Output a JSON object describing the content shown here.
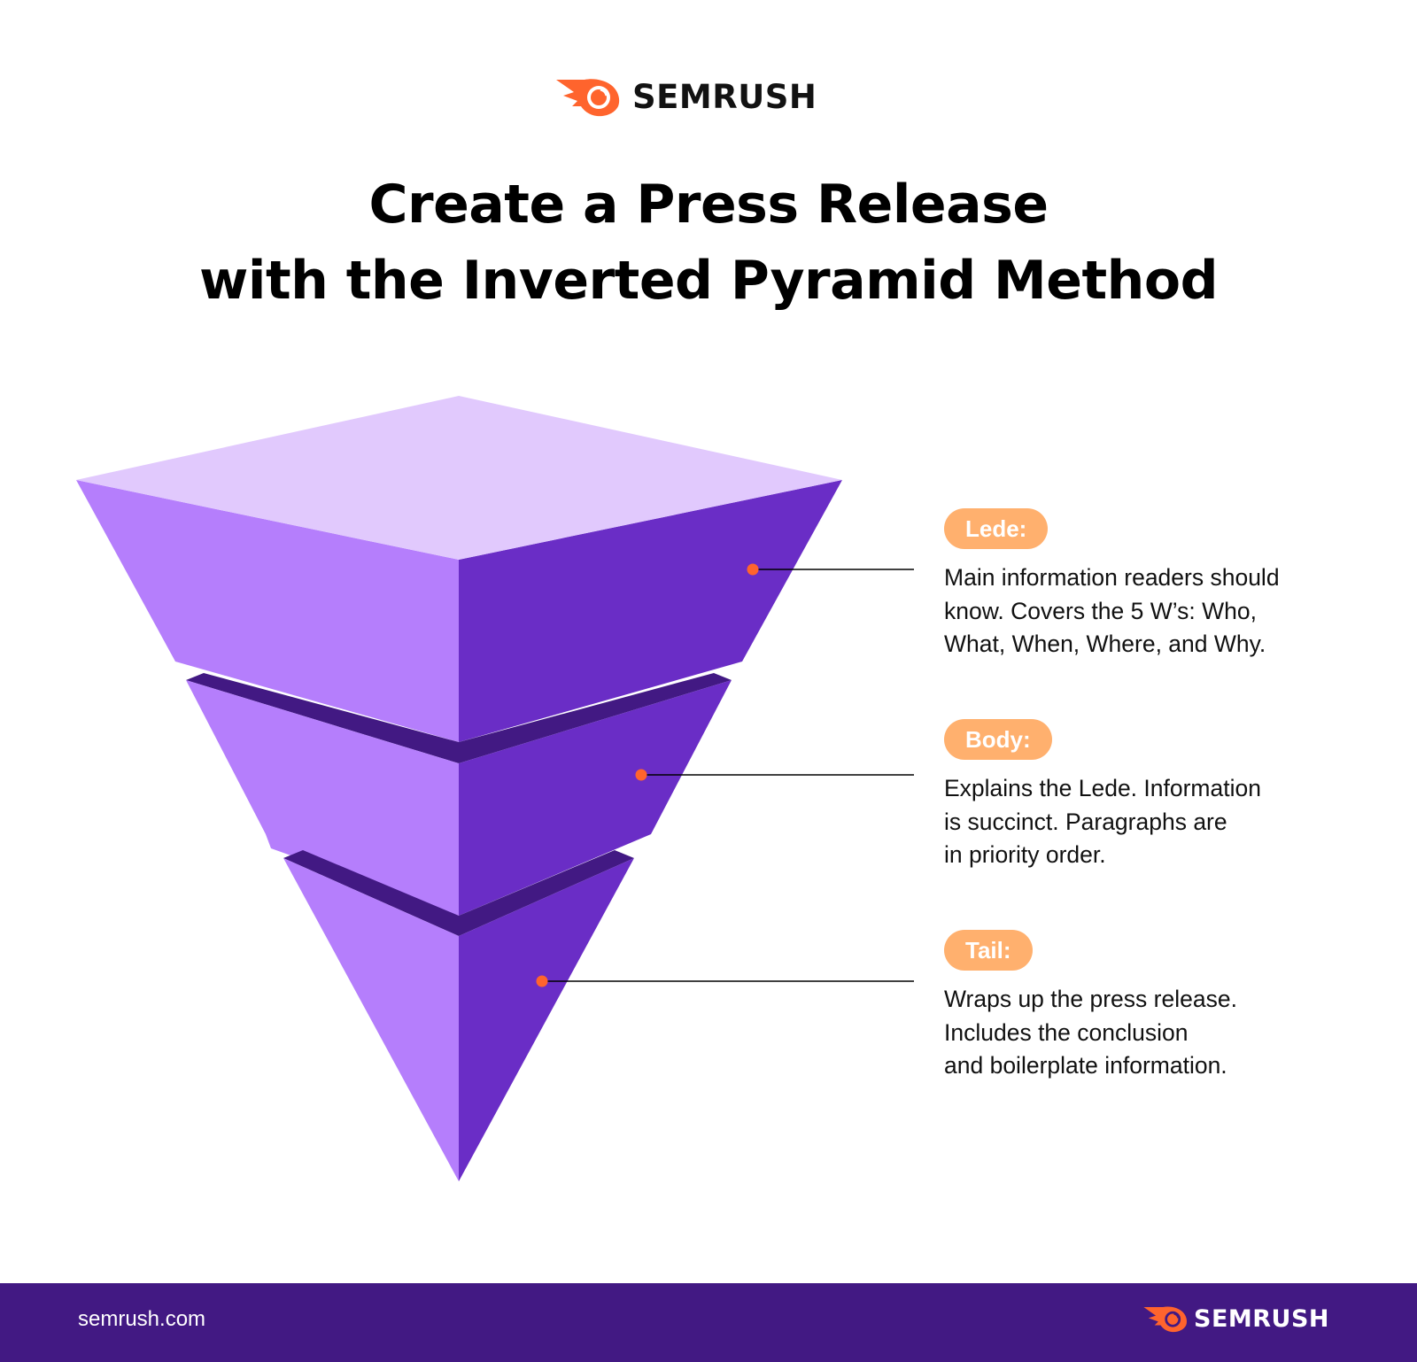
{
  "brand": {
    "name": "SEMRUSH",
    "logo_icon": "semrush-fireball-icon",
    "accent_color": "#ff642d"
  },
  "title": {
    "line1": "Create a Press Release",
    "line2": "with the Inverted Pyramid Method"
  },
  "pyramid": {
    "colors": {
      "top_face": "#e1c9fd",
      "left_face": "#b57efc",
      "right_face": "#6a2dc6",
      "separator": "#421983",
      "dot": "#ff642d",
      "connector": "#000000"
    },
    "sections": [
      {
        "key": "lede",
        "label": "Lede:",
        "description": "Main information readers should\nknow. Covers the 5 W’s: Who,\nWhat, When, Where, and Why."
      },
      {
        "key": "body",
        "label": "Body:",
        "description": "Explains the Lede. Information\nis succinct. Paragraphs are\nin priority order."
      },
      {
        "key": "tail",
        "label": "Tail:",
        "description": "Wraps up the press release.\nIncludes the conclusion\nand boilerplate information."
      }
    ],
    "label_color": "#ffb06e"
  },
  "footer": {
    "url": "semrush.com",
    "brand": "SEMRUSH",
    "background": "#421983"
  }
}
